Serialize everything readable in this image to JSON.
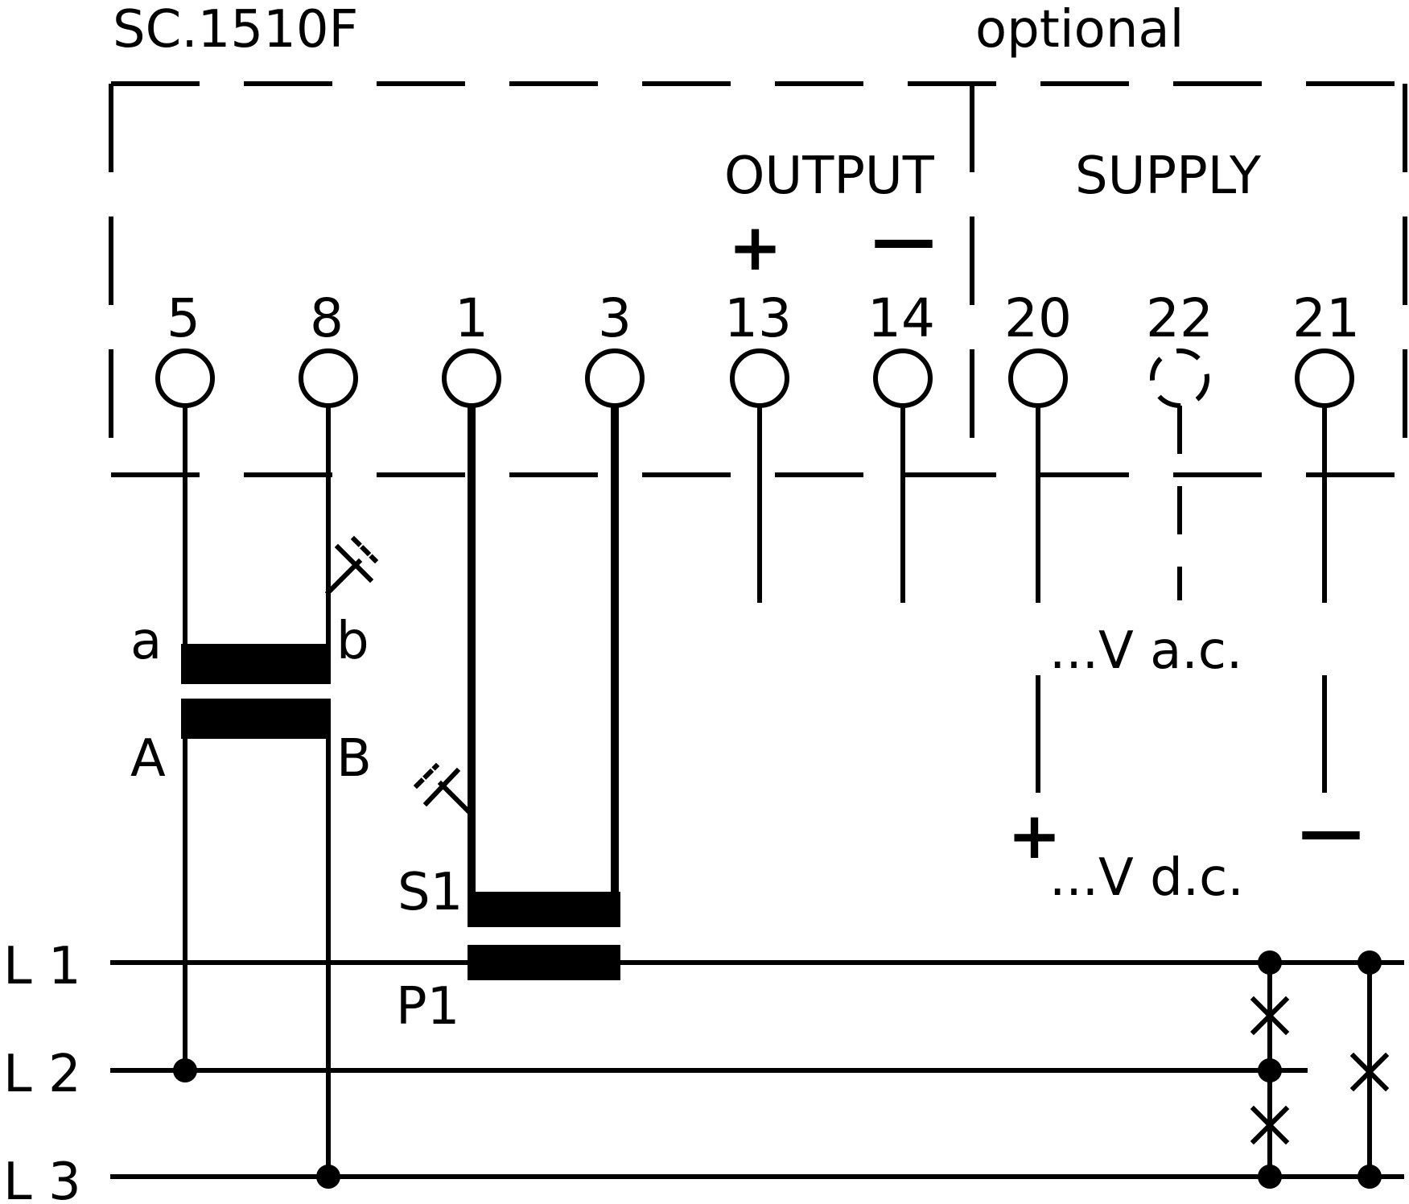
{
  "diagram": {
    "model": "SC.1510F",
    "optional": "optional",
    "output_label": "OUTPUT",
    "supply_label": "SUPPLY",
    "output_plus": "+",
    "output_minus": "—",
    "terminals": [
      "5",
      "8",
      "1",
      "3",
      "13",
      "14",
      "20",
      "22",
      "21"
    ],
    "vt": {
      "secondary_a": "a",
      "secondary_b": "b",
      "primary_a": "A",
      "primary_b": "B"
    },
    "ct": {
      "s1": "S1",
      "p1": "P1"
    },
    "supply_ac": "...V a.c.",
    "supply_dc": "...V d.c.",
    "supply_plus": "+",
    "supply_minus": "—",
    "lines": [
      "L 1",
      "L 2",
      "L 3"
    ]
  }
}
